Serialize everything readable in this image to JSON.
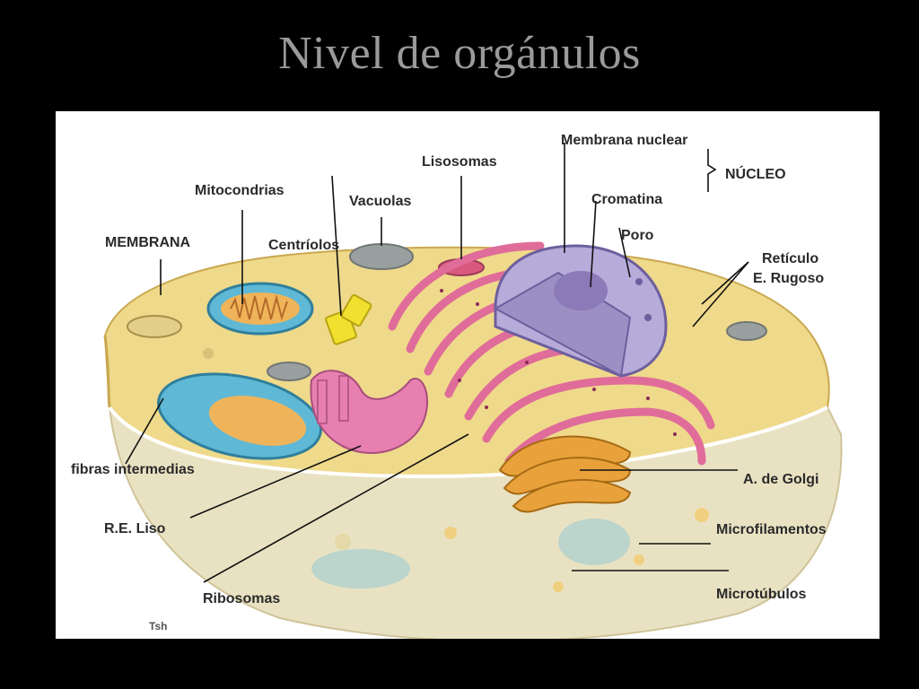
{
  "slide": {
    "title": "Nivel de orgánulos"
  },
  "labels": {
    "membrana_nuclear": "Membrana nuclear",
    "nucleo": "NÚCLEO",
    "lisosomas": "Lisosomas",
    "mitocondrias": "Mitocondrias",
    "vacuolas": "Vacuolas",
    "cromatina": "Cromatina",
    "poro": "Poro",
    "membrana": "MEMBRANA",
    "centriolos": "Centríolos",
    "reticulo_rugoso_1": "Retículo",
    "reticulo_rugoso_2": "E. Rugoso",
    "fibras_intermedias": "fibras intermedias",
    "golgi": "A. de Golgi",
    "re_liso": "R.E. Liso",
    "microfilamentos": "Microfilamentos",
    "ribosomas": "Ribosomas",
    "microtubulos": "Microtúbulos",
    "credit": "Tsh"
  },
  "colors": {
    "background": "#000000",
    "panel": "#ffffff",
    "cytoplasm": "#efd98a",
    "membrane": "#e8c76a",
    "nucleus": "#9b8fc4",
    "mitochondria": "#5fb8d6",
    "reticulum": "#e06c9a",
    "golgi": "#e9a23b",
    "centrioles": "#f2e030",
    "lysosome": "#d9587e",
    "vacuole": "#9aa0a0"
  }
}
